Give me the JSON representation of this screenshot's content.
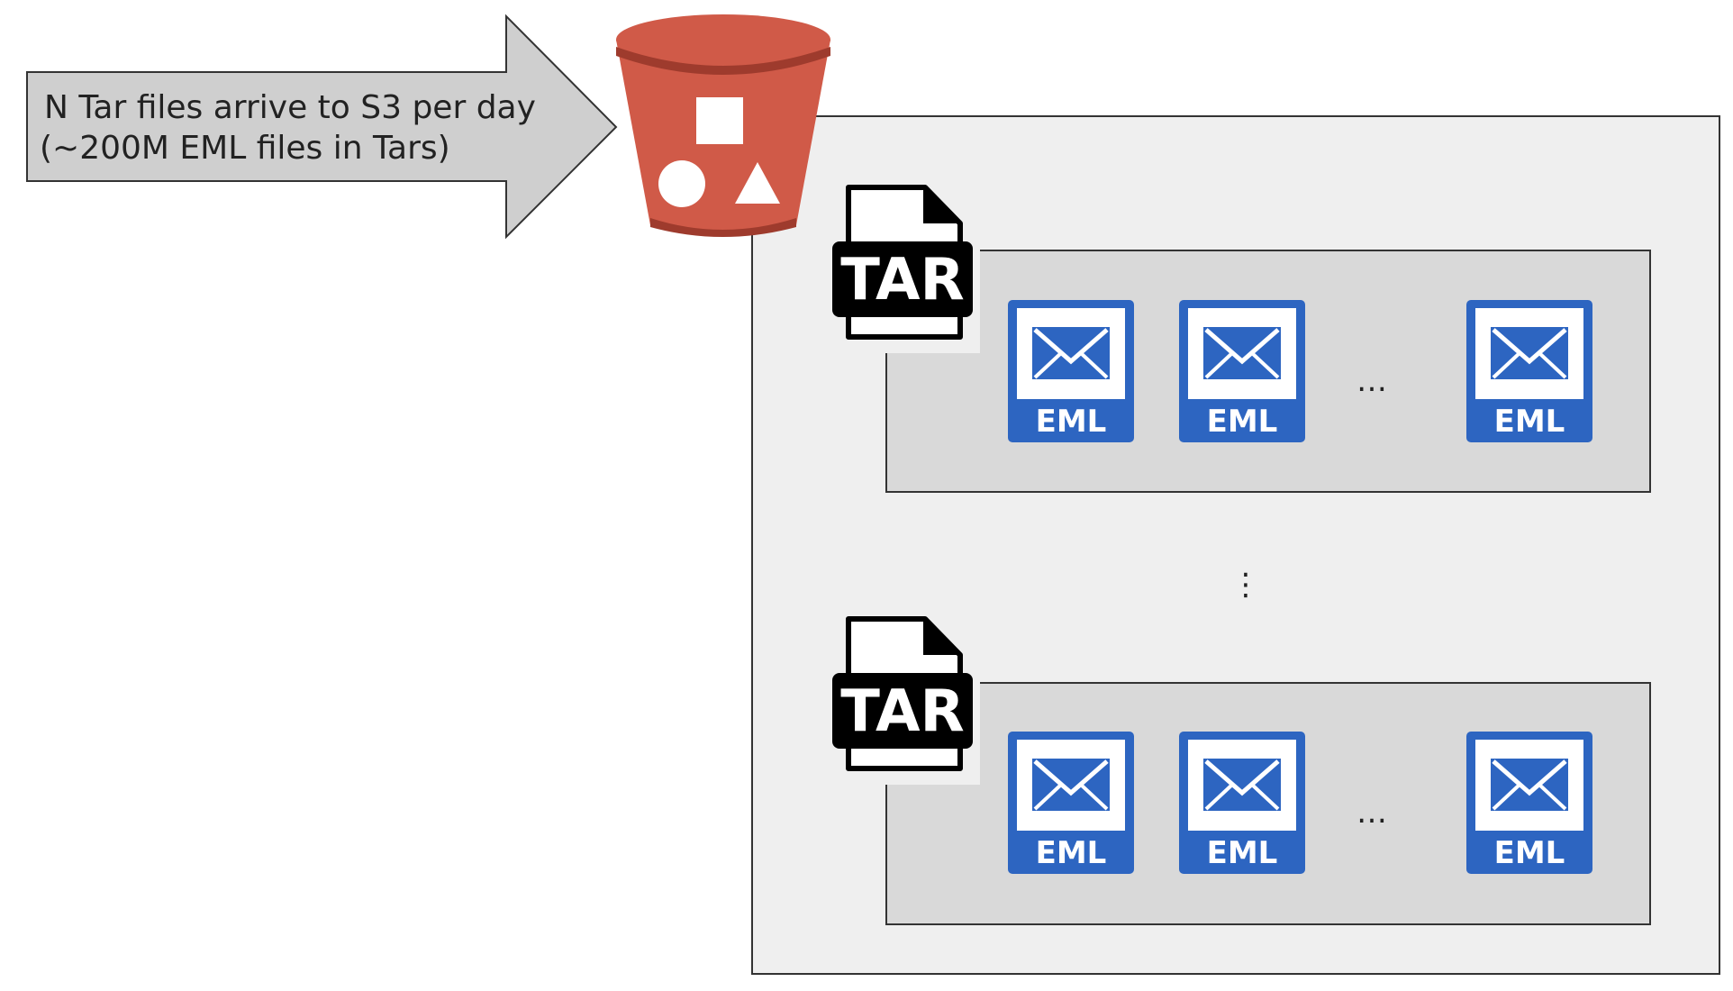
{
  "arrow": {
    "line1": "N Tar files arrive to S3 per day",
    "line2": "(~200M EML files in Tars)"
  },
  "bucket": {
    "icon": "s3-bucket-icon",
    "color": "#d05a48"
  },
  "tar_label": "TAR",
  "eml_label": "EML",
  "row_ellipsis": "…",
  "vertical_ellipsis": "⋮",
  "colors": {
    "eml_blue": "#2d65c1",
    "outer_panel": "#efefef",
    "inner_panel": "#d9d9d9",
    "arrow_fill": "#cfcfcf"
  }
}
